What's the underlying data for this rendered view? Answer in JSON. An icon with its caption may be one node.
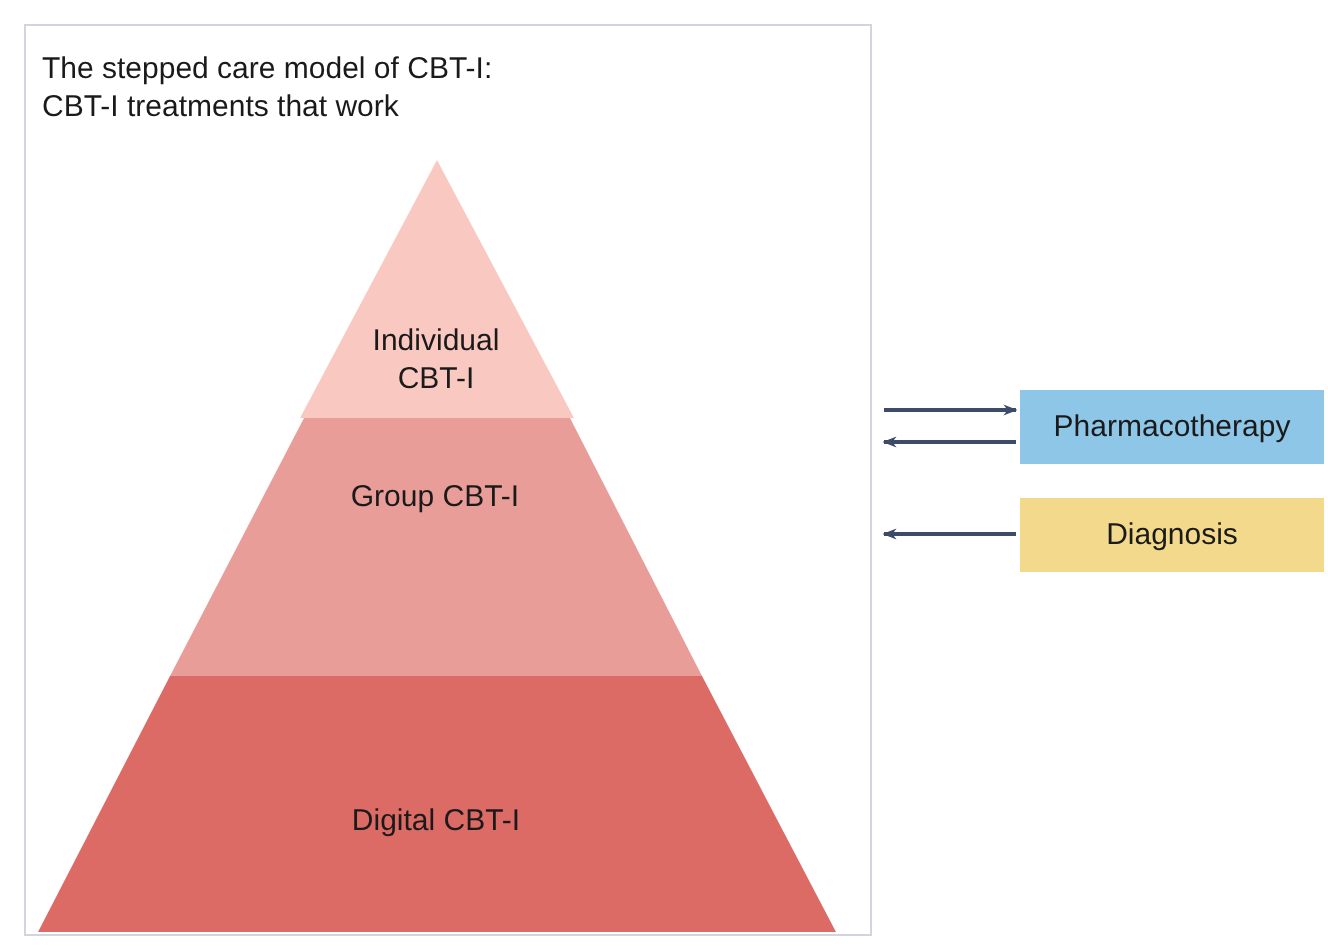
{
  "diagram": {
    "nodes": [
      {
        "text": [
          "The stepped care model of CBT-I: CBT-I treatments that work"
        ]
      },
      {
        "text": [
          "Individual CBT-I"
        ],
        "in": 0
      },
      {
        "text": [
          "Group CBT-I"
        ],
        "in": 0
      },
      {
        "text": [
          "Digital CBT-I"
        ],
        "in": 0
      },
      {
        "text": [
          "Pharmacotherapy"
        ]
      },
      {
        "text": [
          "Diagnosis"
        ]
      }
    ],
    "edges": [
      {
        "from": 0,
        "to": 4,
        "arrow": "to"
      },
      {
        "from": 4,
        "to": 0,
        "arrow": "to"
      },
      {
        "from": 5,
        "to": 0,
        "arrow": "to"
      }
    ]
  }
}
